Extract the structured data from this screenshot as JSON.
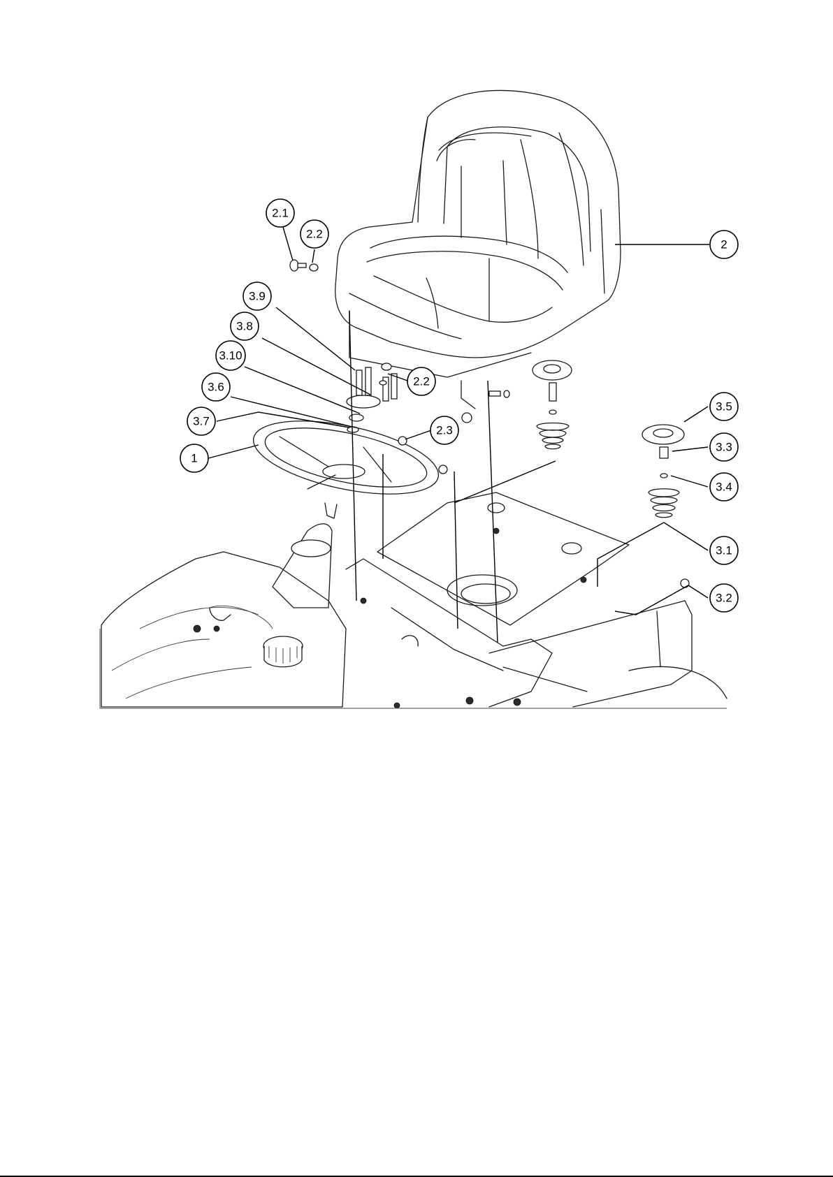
{
  "callouts": [
    {
      "id": "c-2-1",
      "label": "2.1"
    },
    {
      "id": "c-2-2a",
      "label": "2.2"
    },
    {
      "id": "c-2",
      "label": "2"
    },
    {
      "id": "c-3-9",
      "label": "3.9"
    },
    {
      "id": "c-3-8",
      "label": "3.8"
    },
    {
      "id": "c-3-10",
      "label": "3.10"
    },
    {
      "id": "c-2-2b",
      "label": "2.2"
    },
    {
      "id": "c-3-6",
      "label": "3.6"
    },
    {
      "id": "c-3-7",
      "label": "3.7"
    },
    {
      "id": "c-2-3",
      "label": "2.3"
    },
    {
      "id": "c-1",
      "label": "1"
    },
    {
      "id": "c-3-5",
      "label": "3.5"
    },
    {
      "id": "c-3-3",
      "label": "3.3"
    },
    {
      "id": "c-3-4",
      "label": "3.4"
    },
    {
      "id": "c-3-1",
      "label": "3.1"
    },
    {
      "id": "c-3-2",
      "label": "3.2"
    }
  ]
}
